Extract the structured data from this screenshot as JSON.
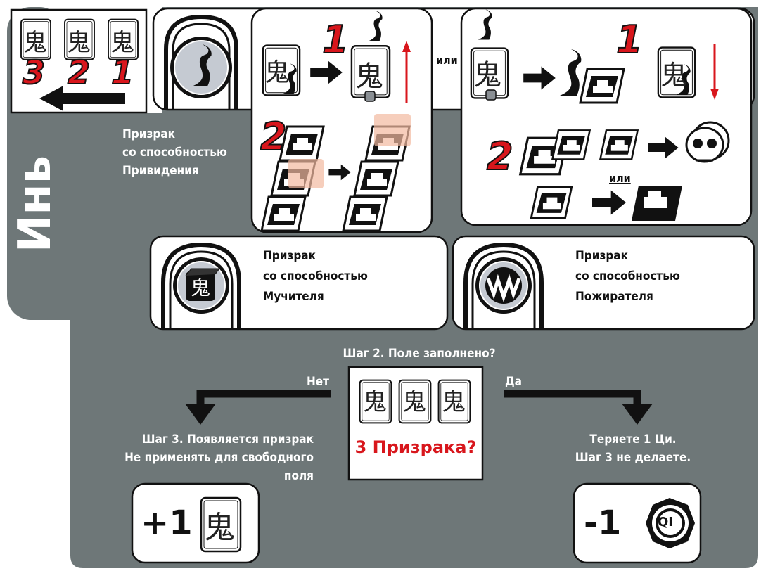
{
  "side_title": "Инь",
  "ghost_glyph": "鬼",
  "queue": {
    "numbers": [
      "3",
      "2",
      "1"
    ]
  },
  "haunter": {
    "label_lines": [
      "Призрак",
      "со способностью",
      "Привидения"
    ],
    "step1": "1",
    "step2": "2",
    "or1": "или",
    "or2": "или"
  },
  "tormentor": {
    "label_lines": [
      "Призрак",
      "со способностью",
      "Мучителя"
    ]
  },
  "devourer": {
    "label_lines": [
      "Призрак",
      "со способностью",
      "Пожирателя"
    ]
  },
  "step2": {
    "question": "Шаг 2. Поле заполнено?",
    "no_label": "Нет",
    "yes_label": "Да",
    "three_ghosts": "3 Призрака?"
  },
  "no_branch": {
    "lines": [
      "Шаг 3. Появляется призрак",
      "Не применять для свободного",
      "поля"
    ],
    "reward": "+1"
  },
  "yes_branch": {
    "lines": [
      "Теряете 1 Ци.",
      "Шаг 3 не делаете."
    ],
    "penalty": "-1",
    "qi_token": "QI"
  },
  "colors": {
    "panel": "#6e7778",
    "red": "#d8161c",
    "ink": "#111111"
  }
}
